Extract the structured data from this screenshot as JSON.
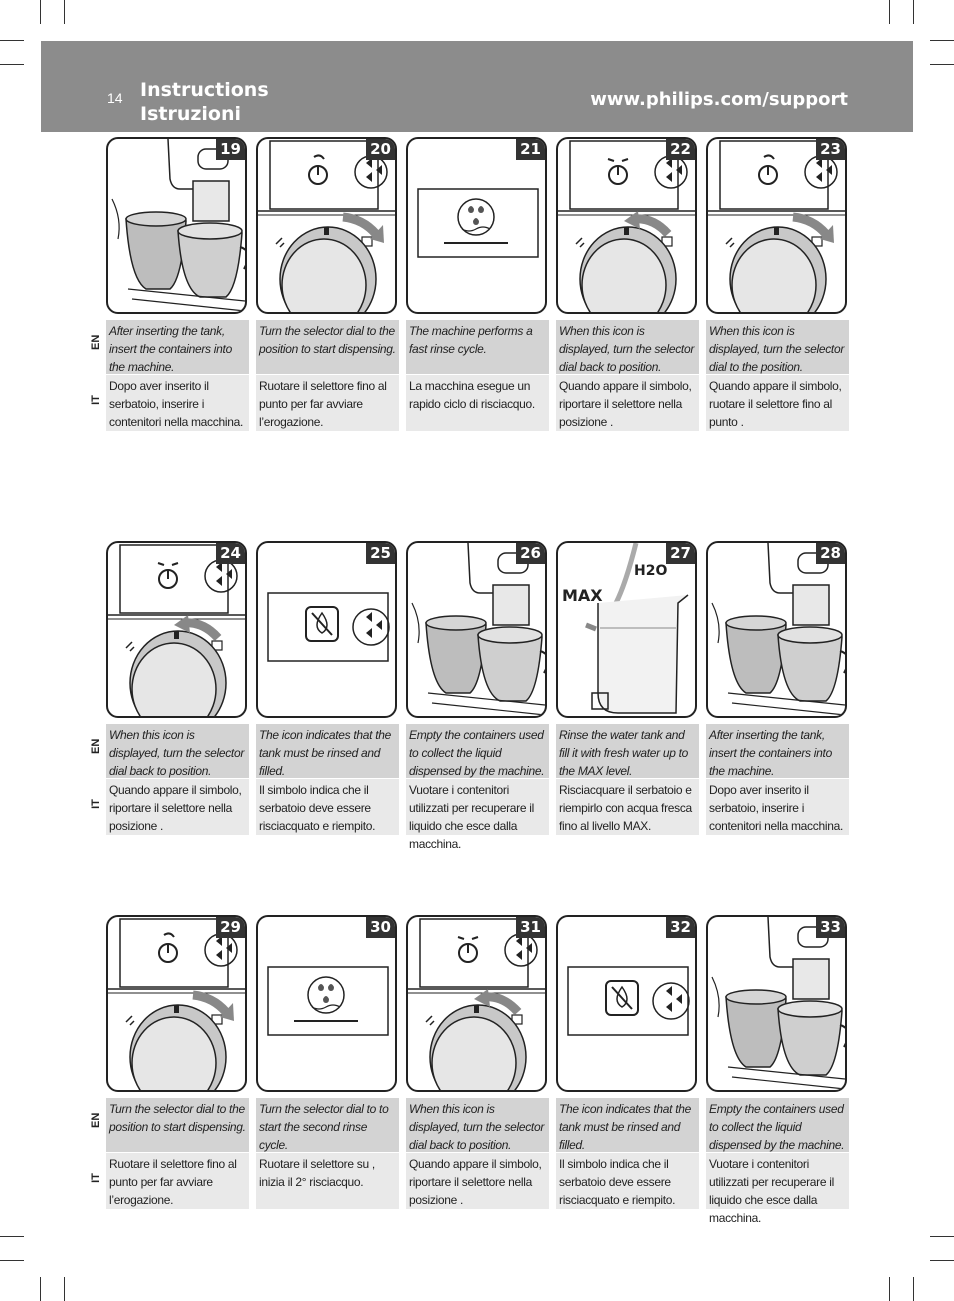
{
  "header": {
    "page_number": "14",
    "title_en": "Instructions",
    "title_it": "Istruzioni",
    "url": "www.philips.com/support"
  },
  "lang_labels": {
    "en": "EN",
    "it": "IT"
  },
  "illustration_texts": {
    "max": "MAX",
    "h2o": "H2O"
  },
  "steps": [
    {
      "num": "19",
      "en": "After inserting the tank, insert the containers into the machine.",
      "it": "Dopo aver inserito il serbatoio, inserire i contenitori nella macchina."
    },
    {
      "num": "20",
      "en": "Turn the selector dial to the position to start dispensing.",
      "it": "Ruotare il selettore fino al punto per far avviare l’erogazione."
    },
    {
      "num": "21",
      "en": "The machine performs a fast rinse cycle.",
      "it": "La macchina esegue un rapido ciclo di risciacquo."
    },
    {
      "num": "22",
      "en": "When this icon is displayed, turn the selector dial back to position.",
      "it": "Quando appare il simbolo, riportare il selettore nella posizione ."
    },
    {
      "num": "23",
      "en": "When this icon is displayed, turn the selector dial to the position.",
      "it": "Quando appare il simbolo, ruotare il selettore fino al punto ."
    },
    {
      "num": "24",
      "en": "When this icon is displayed, turn the selector dial back to position.",
      "it": "Quando appare il simbolo, riportare il selettore nella posizione ."
    },
    {
      "num": "25",
      "en": "The icon indicates that the tank must be rinsed and filled.",
      "it": "Il simbolo indica che il serbatoio deve essere risciacquato e riempito."
    },
    {
      "num": "26",
      "en": "Empty the containers used to collect the liquid dispensed by the machine.",
      "it": "Vuotare i contenitori utilizzati per recuperare il liquido che esce dalla macchina."
    },
    {
      "num": "27",
      "en": "Rinse the water tank and fill it with fresh water up to the MAX level.",
      "it": "Risciacquare il serbatoio e riempirlo con acqua fresca fino al livello MAX."
    },
    {
      "num": "28",
      "en": "After inserting the tank, insert the containers into the machine.",
      "it": "Dopo aver inserito il serbatoio, inserire i contenitori nella macchina."
    },
    {
      "num": "29",
      "en": "Turn the selector dial to the position to start dispensing.",
      "it": "Ruotare il selettore fino al punto per far avviare l’erogazione."
    },
    {
      "num": "30",
      "en": "Turn the selector dial to to start the second rinse cycle.",
      "it": "Ruotare il selettore su , inizia il 2° risciacquo."
    },
    {
      "num": "31",
      "en": "When this icon is displayed, turn the selector dial back to position.",
      "it": "Quando appare il simbolo, riportare il selettore nella posizione ."
    },
    {
      "num": "32",
      "en": "The icon indicates that the tank must be rinsed and filled.",
      "it": "Il simbolo indica che il serbatoio deve essere risciacquato e riempito."
    },
    {
      "num": "33",
      "en": "Empty the containers used to collect the liquid dispensed by the machine.",
      "it": "Vuotare i contenitori utilizzati per recuperare il liquido che esce dalla macchina."
    }
  ]
}
